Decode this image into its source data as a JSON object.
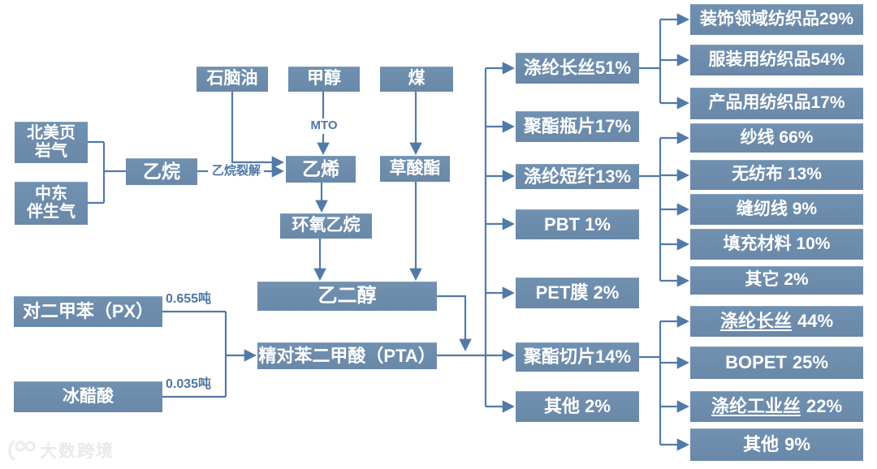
{
  "diagram": {
    "background": "#ffffff",
    "box_color": "#6d8cad",
    "line_color": "#527aa8",
    "box_text_color": "#ffffff"
  },
  "sources": {
    "shale_gas": "北美页\n岩气",
    "associated_gas": "中东\n伴生气",
    "ethane": "乙烷",
    "naphtha": "石脑油",
    "methanol": "甲醇",
    "coal": "煤"
  },
  "edge_labels": {
    "ethane_cracking": "乙烷裂解",
    "mto": "MTO",
    "px_ratio": "0.655吨",
    "acetic_ratio": "0.035吨"
  },
  "intermediates": {
    "ethylene": "乙烯",
    "oxalate": "草酸酯",
    "ethylene_oxide": "环氧乙烷",
    "meg": "乙二醇",
    "pta": "精对苯二甲酸（PTA）",
    "px": "对二甲苯（PX）",
    "acetic_acid": "冰醋酸"
  },
  "products": [
    {
      "label": "涤纶长丝51%"
    },
    {
      "label": "聚酯瓶片17%"
    },
    {
      "label": "涤纶短纤13%"
    },
    {
      "label": "PBT 1%"
    },
    {
      "label": "PET膜 2%"
    },
    {
      "label": "聚酯切片14%"
    },
    {
      "label": "其他 2%"
    }
  ],
  "filament_uses": [
    "装饰领域纺织品29%",
    "服装用纺织品54%",
    "产品用纺织品17%"
  ],
  "staple_uses": [
    "纱线 66%",
    "无纺布 13%",
    "缝纫线 9%",
    "填充材料 10%",
    "其它 2%"
  ],
  "chip_uses": [
    {
      "name": "涤纶长丝",
      "value": "44%"
    },
    {
      "name": "BOPET",
      "value": "25%"
    },
    {
      "name": "涤纶工业丝",
      "value": "22%"
    },
    {
      "name": "其他",
      "value": "9%"
    }
  ],
  "watermark": {
    "text": "大数跨境",
    "logo": "100"
  }
}
